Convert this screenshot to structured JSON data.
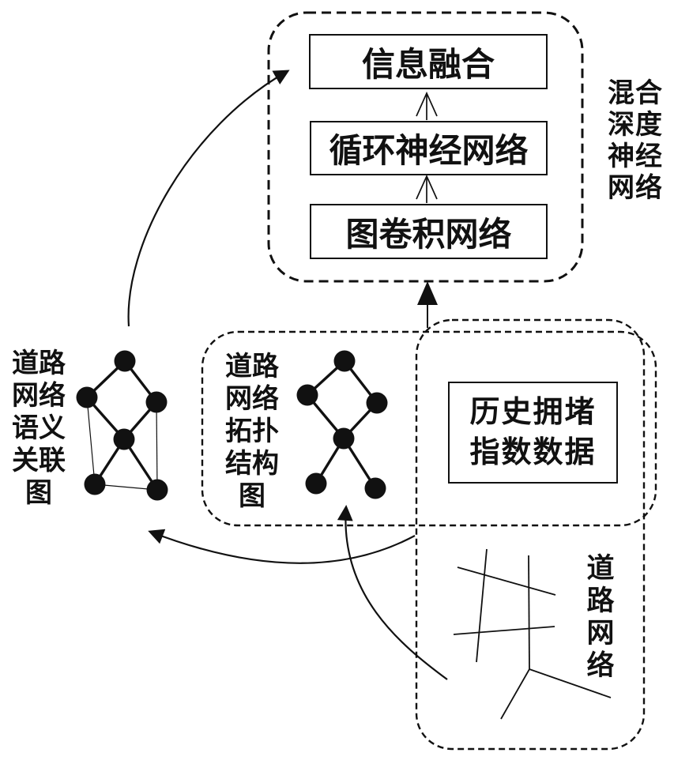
{
  "hybrid_network": {
    "side_label_lines": [
      "混合",
      "深度",
      "神经",
      "网络"
    ],
    "layers": [
      {
        "label": "信息融合"
      },
      {
        "label": "循环神经网络"
      },
      {
        "label": "图卷积网络"
      }
    ]
  },
  "semantic_graph": {
    "label_lines": [
      "道路",
      "网络",
      "语义",
      "关联",
      "图"
    ]
  },
  "topology_graph": {
    "label_lines": [
      "道路",
      "网络",
      "拓扑",
      "结构",
      "图"
    ]
  },
  "historical_data_box": {
    "label_lines": [
      "历史拥堵",
      "指数数据"
    ]
  },
  "road_network": {
    "label_lines": [
      "道",
      "路",
      "网",
      "络"
    ]
  },
  "colors": {
    "ink": "#111111",
    "background": "#ffffff"
  }
}
